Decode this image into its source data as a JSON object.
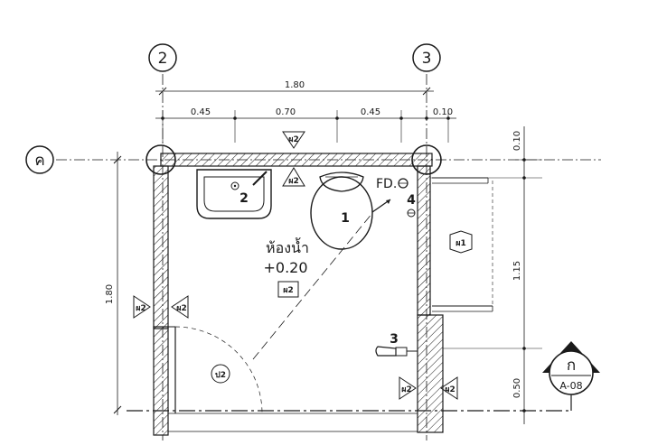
{
  "grid": {
    "axis_2": "2",
    "axis_3": "3",
    "axis_k": "ค"
  },
  "dims_top": {
    "total": "1.80",
    "d1": "0.45",
    "d2": "0.70",
    "d3": "0.45",
    "d4": "0.10"
  },
  "dims_left": {
    "total": "1.80"
  },
  "dims_right": {
    "d1": "0.10",
    "d2": "1.15",
    "d3": "0.50"
  },
  "room": {
    "name": "ห้องน้ำ",
    "level": "+0.20"
  },
  "fixtures": {
    "toilet": "1",
    "basin": "2",
    "hose": "3",
    "drain": "4",
    "drain_label": "FD."
  },
  "wall_tags": {
    "w2": "ผ2",
    "w1": "ผ1",
    "door": "ป2"
  },
  "section": {
    "letter": "ก",
    "sheet": "A-08"
  }
}
